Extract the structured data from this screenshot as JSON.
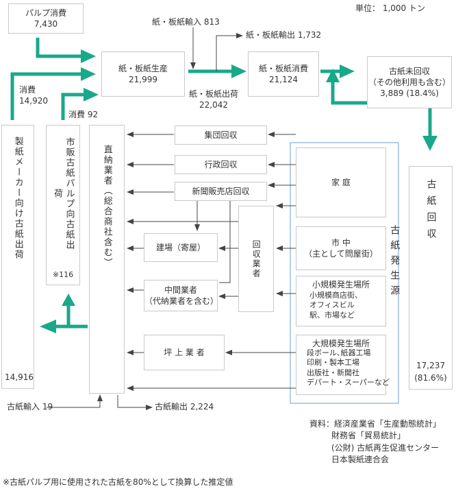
{
  "unit": "単位： 1,000 トン",
  "pulp_consumption": {
    "label": "パルプ消費",
    "value": "7,430"
  },
  "paper_import": "紙・板紙輸入 813",
  "paper_export": "紙・板紙輸出 1,732",
  "production": {
    "label": "紙・板紙生産",
    "value": "21,999"
  },
  "shipment": {
    "label": "紙・板紙出荷",
    "value": "22,042"
  },
  "consumption": {
    "label": "紙・板紙消費",
    "value": "21,124"
  },
  "unrecovered": {
    "label": "古紙未回収",
    "sub": "（その他利用も含む）",
    "value": "3,889 (18.4%)"
  },
  "consumed_14920": {
    "label": "消費",
    "value": "14,920"
  },
  "consumed_92": "消費 92",
  "maker_shipment": {
    "label": "製紙メーカー向け古紙出荷",
    "value": "14,916"
  },
  "market_pulp": {
    "label": "市販古紙パルプ向古紙出荷",
    "note": "※116"
  },
  "direct_trader": {
    "label": "直納業者（総合商社含む）"
  },
  "group_collection": "集団回収",
  "admin_collection": "行政回収",
  "newspaper_collection": "新聞販売店回収",
  "tateba": "建場（寄屋）",
  "intermediary": {
    "line1": "中間業者",
    "line2": "（代納業者を含む）"
  },
  "collector": "回収業者",
  "tsubo": "坪 上 業 者",
  "household": "家 庭",
  "city": {
    "line1": "市 中",
    "line2": "（主として問屋街）"
  },
  "small_source": {
    "title": "小規模発生場所",
    "items": [
      "小規模商店街、",
      "オフィスビル",
      "駅、市場など"
    ]
  },
  "large_source": {
    "title": "大規模発生場所",
    "items": [
      "段ボール､紙器工場",
      "印刷・製本工場",
      "出版社・新聞社",
      "デパート・スーパーなど"
    ]
  },
  "waste_source": "古紙発生源",
  "recovery": {
    "label": "古紙回収",
    "value": "17,237",
    "pct": "(81.6%)"
  },
  "import_waste": "古紙輸入 19",
  "export_waste": "古紙輸出 2,224",
  "sources": [
    "資料：経済産業省「生産動態統計」",
    "財務省「貿易統計」",
    "(公財) 古紙再生促進センター",
    "日本製紙連合会"
  ],
  "footnote": "※古紙パルプ用に使用された古紙を80%として換算した推定値",
  "colors": {
    "flow": "#1aa88a",
    "arrow": "#444444",
    "border": "#c8c8c8",
    "source_border": "#6a9fd4"
  }
}
